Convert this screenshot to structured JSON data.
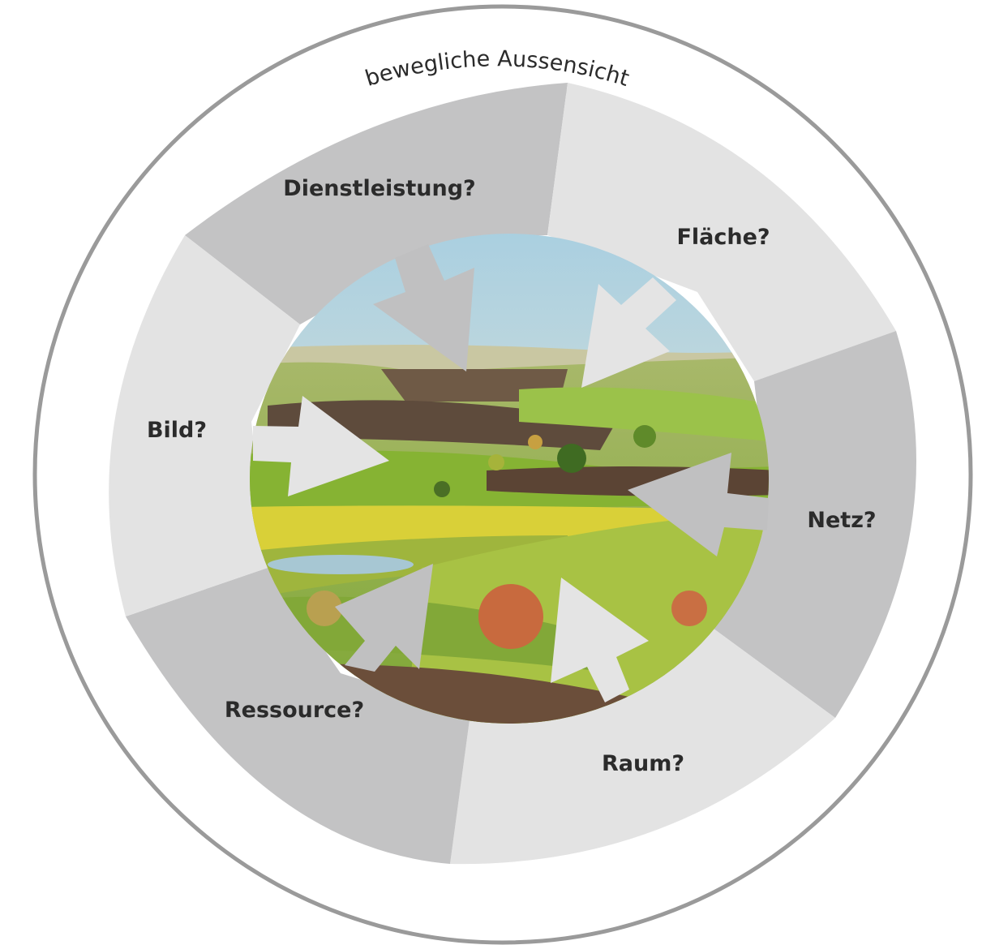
{
  "diagram": {
    "outer_label": "bewegliche Aussensicht",
    "segments": [
      {
        "label": "Dienstleistung?",
        "shade": "dark"
      },
      {
        "label": "Fläche?",
        "shade": "light"
      },
      {
        "label": "Netz?",
        "shade": "dark"
      },
      {
        "label": "Raum?",
        "shade": "light"
      },
      {
        "label": "Ressource?",
        "shade": "dark"
      },
      {
        "label": "Bild?",
        "shade": "light"
      }
    ],
    "center_image": "landscape-photo",
    "colors": {
      "ring_stroke": "#9a9a9a",
      "segment_dark": "#c3c3c4",
      "segment_light": "#e3e3e3",
      "arrow_dark": "#c0c0c1",
      "arrow_light": "#e4e4e4",
      "sky": "#cfe2ea",
      "meadow": "#8fb43a",
      "soil": "#6b4e3a"
    }
  }
}
